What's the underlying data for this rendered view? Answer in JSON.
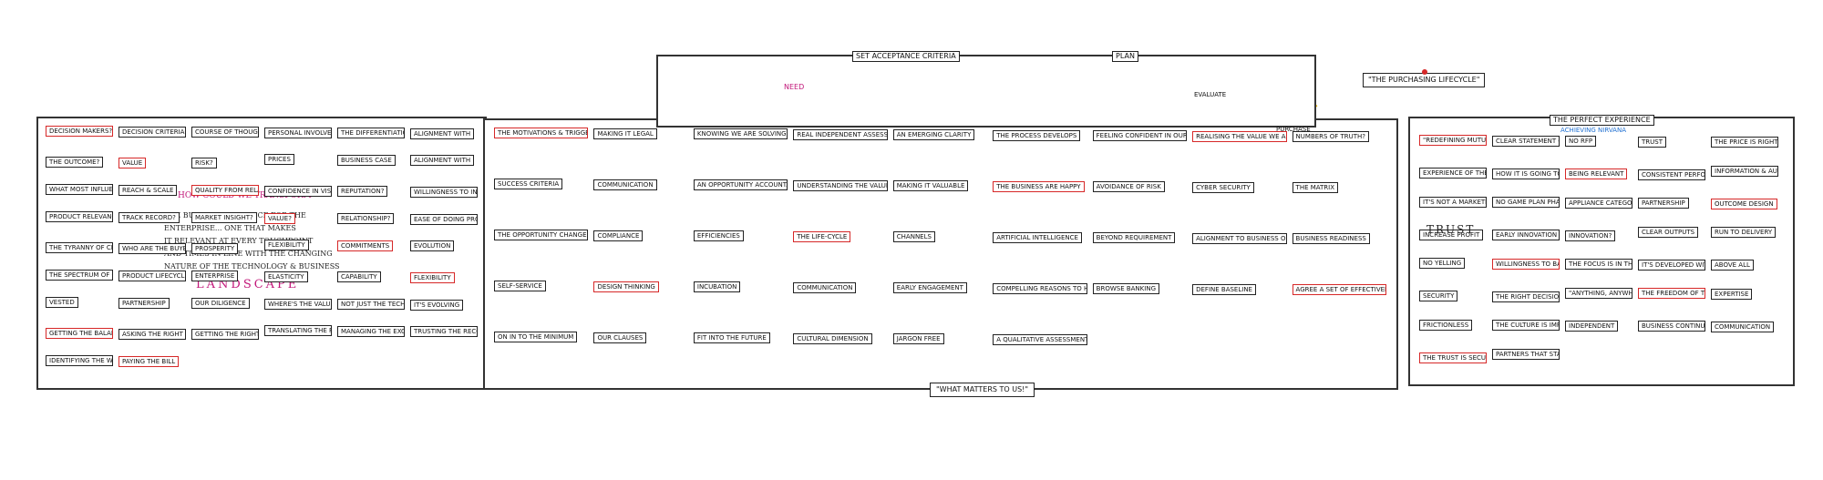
{
  "colors": {
    "ink": "#222222",
    "accent_red": "#d62828",
    "accent_blue": "#1f6fd1",
    "accent_cyan": "#26b3c9",
    "accent_magenta": "#c2187a",
    "accent_yellow": "#e0b000",
    "accent_green": "#2e9e44"
  },
  "icons": [
    "question-mark-illustration",
    "pedestal-illustration",
    "globe-icon",
    "lightbulb-icon",
    "checkmark-icon"
  ],
  "header": {
    "lifecycle_title": "\"THE PURCHASING LIFECYCLE\"",
    "center_note": "\"WHAT MATTERS TO US!\"",
    "criteria": "SET ACCEPTANCE CRITERIA",
    "plan": "PLAN",
    "need": "NEED",
    "evaluate": "EVALUATE",
    "purchase": "PURCHASE"
  },
  "left": {
    "transform_line1": "HOW COULD WE TRANSFORM",
    "transform_line2": "THE BUYING EXPERIENCE FOR THE",
    "transform_line3": "ENTERPRISE... ONE THAT MAKES",
    "transform_line4": "IT RELEVANT AT EVERY TOUCHPOINT",
    "transform_line5": "AND TIMES IN LINE WITH THE CHANGING",
    "transform_line6": "NATURE OF THE TECHNOLOGY & BUSINESS",
    "landscape": "LANDSCAPE",
    "boxes": [
      "DECISION MAKERS?",
      "DECISION CRITERIA",
      "COURSE OF THOUGHT",
      "PERSONAL INVOLVEMENT",
      "THE DIFFERENTIATION",
      "ALIGNMENT WITH",
      "THE OUTCOME?",
      "VALUE",
      "RISK?",
      "PRICES",
      "BUSINESS CASE",
      "ALIGNMENT WITH",
      "WHAT MOST INFLUENCES US",
      "REACH & SCALE",
      "QUALITY FROM RELATIONSHIP",
      "CONFIDENCE IN VISION",
      "REPUTATION?",
      "WILLINGNESS TO INNOVATE?",
      "PRODUCT RELEVANCE?",
      "TRACK RECORD?",
      "MARKET INSIGHT?",
      "VALUE?",
      "RELATIONSHIP?",
      "EASE OF DOING PROCESS?",
      "THE TYRANNY OF CHOICE",
      "WHO ARE THE BUYER?",
      "PROSPERITY",
      "FLEXIBILITY",
      "COMMITMENTS",
      "EVOLUTION",
      "THE SPECTRUM OF CONVENIENCE",
      "PRODUCT LIFECYCLE",
      "ENTERPRISE",
      "ELASTICITY",
      "CAPABILITY",
      "FLEXIBILITY",
      "VESTED",
      "PARTNERSHIP",
      "OUR DILIGENCE",
      "WHERE'S THE VALUE",
      "NOT JUST THE TECH",
      "IT'S EVOLVING",
      "GETTING THE BALANCE BETWEEN COMPLIANCE & RISK",
      "ASKING THE RIGHT QUESTIONS?",
      "GETTING THE RIGHT SUPPORT?",
      "TRANSLATING THE REQUIREMENTS?",
      "MANAGING THE EXCEPTIONS?",
      "TRUSTING THE RECOMMENDATIONS?",
      "IDENTIFYING THE WHO?",
      "PAYING THE BILL"
    ]
  },
  "middle": {
    "boxes": [
      "THE MOTIVATIONS & TRIGGERS TO PURCHASE",
      "MAKING IT LEGAL",
      "KNOWING WE ARE SOLVING THE RIGHT PROBLEM",
      "REAL INDEPENDENT ASSESSMENT",
      "AN EMERGING CLARITY",
      "THE PROCESS DEVELOPS",
      "FEELING CONFIDENT IN OUR DECISION",
      "REALISING THE VALUE WE ANTICIPATED",
      "NUMBERS OF TRUTH?",
      "SUCCESS CRITERIA",
      "COMMUNICATION",
      "AN OPPORTUNITY ACCOUNTABLE",
      "UNDERSTANDING THE VALUE",
      "MAKING IT VALUABLE",
      "THE BUSINESS ARE HAPPY",
      "AVOIDANCE OF RISK",
      "CYBER SECURITY",
      "THE MATRIX",
      "THE OPPORTUNITY CHANGE",
      "COMPLIANCE",
      "EFFICIENCIES",
      "THE LIFE-CYCLE",
      "CHANNELS",
      "ARTIFICIAL INTELLIGENCE",
      "BEYOND REQUIREMENT",
      "ALIGNMENT TO BUSINESS OBJECTIVES",
      "BUSINESS READINESS",
      "SELF-SERVICE",
      "DESIGN THINKING",
      "INCUBATION",
      "COMMUNICATION",
      "EARLY ENGAGEMENT",
      "COMPELLING REASONS TO HELP",
      "BROWSE BANKING",
      "DEFINE BASELINE",
      "AGREE A SET OF EFFECTIVENESS",
      "ON IN TO THE MINIMUM",
      "OUR CLAUSES",
      "FIT INTO THE FUTURE",
      "CULTURAL DIMENSION",
      "JARGON FREE",
      "A QUALITATIVE ASSESSMENT"
    ]
  },
  "right": {
    "perfect_experience": "THE PERFECT EXPERIENCE",
    "perfect_sub": "ACHIEVING NIRVANA",
    "trust": "TRUST",
    "boxes": [
      "\"REDEFINING MUTUALITY\"",
      "CLEAR STATEMENT OF VALUE & THE TRUE BUSINESS BENEFIT",
      "NO RFP",
      "TRUST",
      "THE PRICE IS RIGHT",
      "EXPERIENCE OF THE COMPLETE REQUIREMENT",
      "HOW IT IS GOING TO RUN",
      "BEING RELEVANT",
      "CONSISTENT PERFORMANCE",
      "INFORMATION & AUTOMATION",
      "IT'S NOT A MARKETING SPEECH",
      "NO GAME PLAN PHASE",
      "APPLIANCE CATEGORY",
      "PARTNERSHIP",
      "OUTCOME DESIGN",
      "INCREASE PROFIT",
      "EARLY INNOVATION",
      "INNOVATION?",
      "CLEAR OUTPUTS",
      "RUN TO DELIVERY",
      "NO YELLING",
      "WILLINGNESS TO BACK UP THE PROMISE",
      "THE FOCUS IS IN THE DATA & THE TRUST & CONFIDENCE",
      "IT'S DEVELOPED WITH THE PARTNER",
      "ABOVE ALL",
      "SECURITY",
      "THE RIGHT DECISION",
      "\"ANYTHING, ANYWHERE\"",
      "THE FREEDOM OF THE LONG TERM VISION",
      "EXPERTISE",
      "FRICTIONLESS",
      "THE CULTURE IS IMPROVING THE BUYING EXPERIENCE",
      "INDEPENDENT",
      "BUSINESS CONTINUITY",
      "COMMUNICATION",
      "THE TRUST IS SECURITY SMART AND SOME TRUSTED",
      "PARTNERS THAT STAY WITH US"
    ]
  }
}
